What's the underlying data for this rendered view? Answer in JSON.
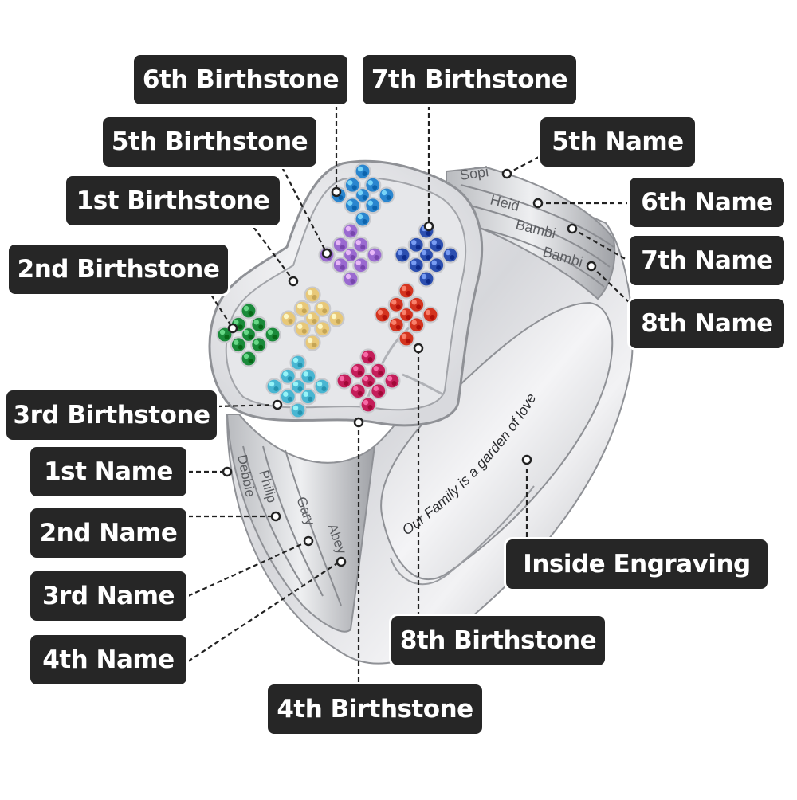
{
  "labels": {
    "birthstone_6": "6th Birthstone",
    "birthstone_7": "7th Birthstone",
    "birthstone_5": "5th Birthstone",
    "birthstone_1": "1st Birthstone",
    "birthstone_2": "2nd Birthstone",
    "birthstone_3": "3rd Birthstone",
    "birthstone_8": "8th Birthstone",
    "birthstone_4": "4th Birthstone",
    "name_5": "5th Name",
    "name_6": "6th Name",
    "name_7": "7th Name",
    "name_8": "8th Name",
    "name_1": "1st Name",
    "name_2": "2nd Name",
    "name_3": "3rd Name",
    "name_4": "4th Name",
    "inside_engraving": "Inside Engraving"
  },
  "engravings": {
    "name_1": "Debbie",
    "name_2": "Philip",
    "name_3": "Gary",
    "name_4": "Abey",
    "name_5": "Sopi",
    "name_6": "Heid",
    "name_7": "Bambi",
    "name_8": "Bambi",
    "inside": "Our Family is a garden of love"
  },
  "stone_colors": {
    "birthstone_1": "#e8c878",
    "birthstone_2": "#1a8a3a",
    "birthstone_3": "#49b6d2",
    "birthstone_4": "#c41e5a",
    "birthstone_5": "#9a6ad0",
    "birthstone_6": "#2a86cf",
    "birthstone_7": "#2c4fb0",
    "birthstone_8": "#d4341f"
  }
}
